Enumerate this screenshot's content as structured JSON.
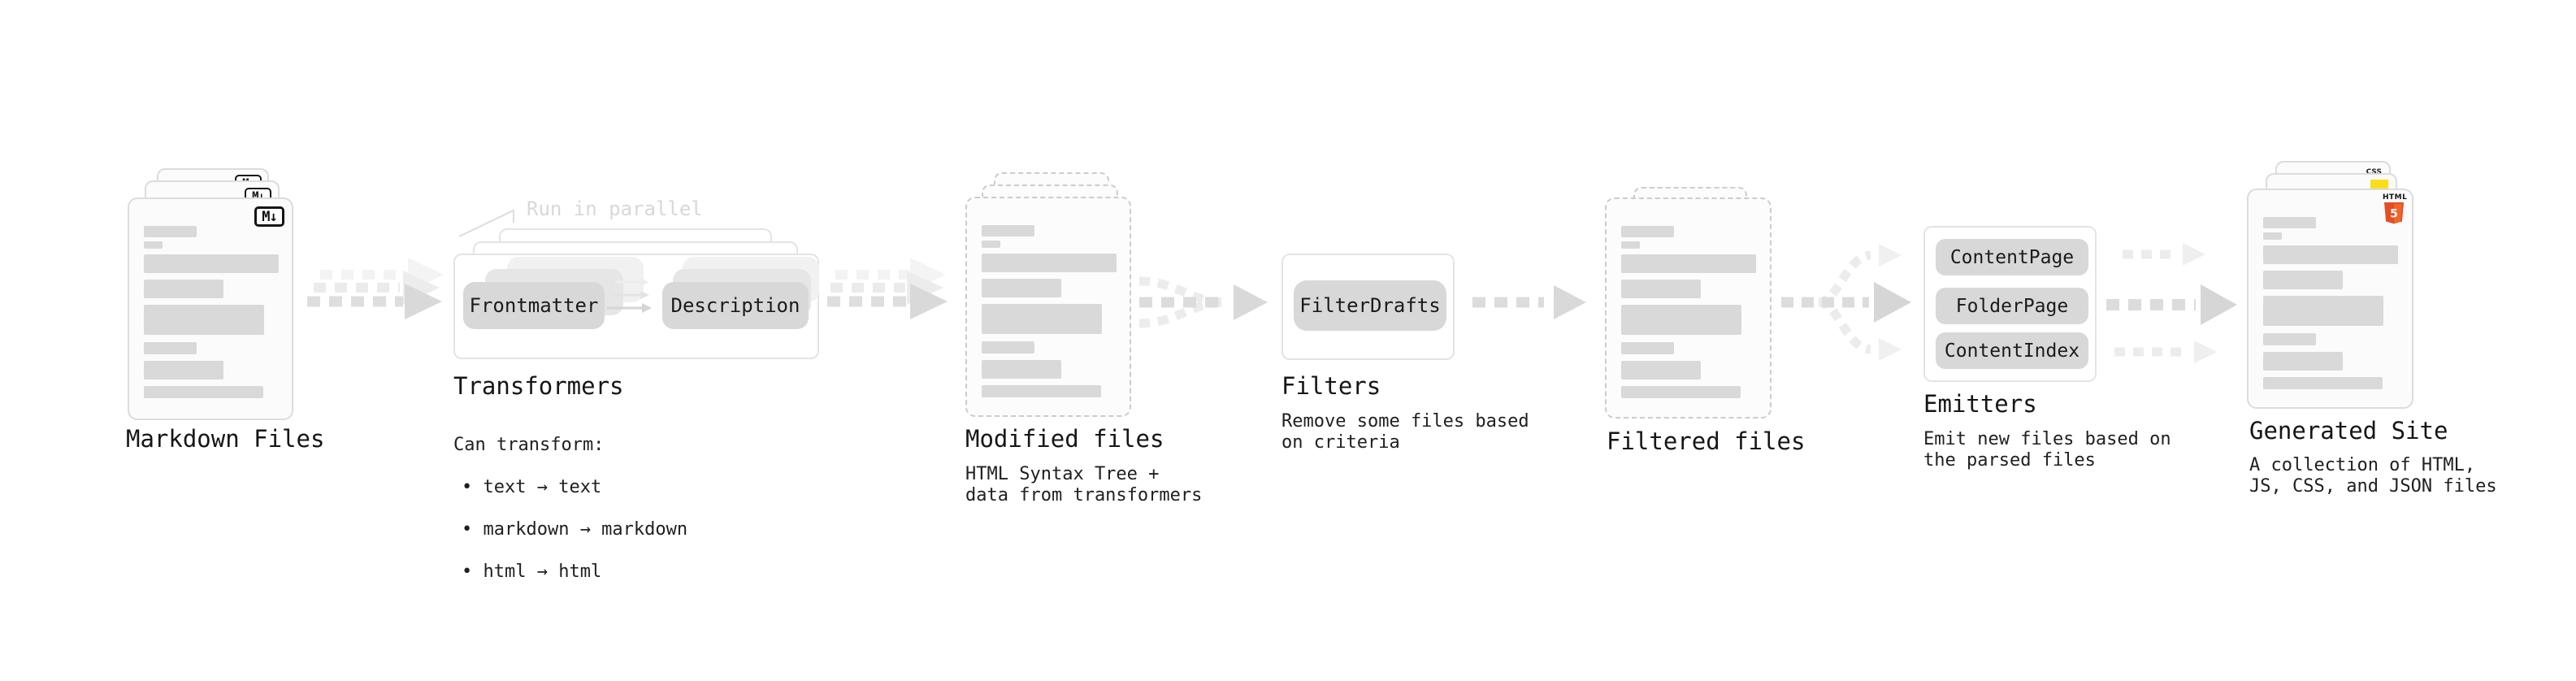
{
  "diagram": {
    "markdown_files": {
      "label": "Markdown Files",
      "badge": "M↓"
    },
    "transformers": {
      "label": "Transformers",
      "annotation": "Run in parallel",
      "buttons": [
        "Frontmatter",
        "Description"
      ],
      "intro": "Can transform:",
      "bullets": [
        "• text → text",
        "• markdown → markdown",
        "• html → html"
      ]
    },
    "modified_files": {
      "label": "Modified files",
      "description": "HTML Syntax Tree +\ndata from transformers"
    },
    "filters": {
      "label": "Filters",
      "buttons": [
        "FilterDrafts"
      ],
      "description": "Remove some files based\non criteria"
    },
    "filtered_files": {
      "label": "Filtered files"
    },
    "emitters": {
      "label": "Emitters",
      "buttons": [
        "ContentPage",
        "FolderPage",
        "ContentIndex"
      ],
      "description": "Emit new files based on\nthe parsed files"
    },
    "generated_site": {
      "label": "Generated Site",
      "description": "A collection of HTML,\nJS, CSS, and JSON files",
      "css_icon_text": "CSS",
      "html_icon_text": "HTML",
      "html_icon_number": "5"
    },
    "colors": {
      "js_yellow": "#f7df1e",
      "css_blue": "#2c6bed",
      "html_orange": "#e44d26",
      "html_orange_light": "#f16529",
      "bar_gray": "#d9d9d9"
    }
  }
}
